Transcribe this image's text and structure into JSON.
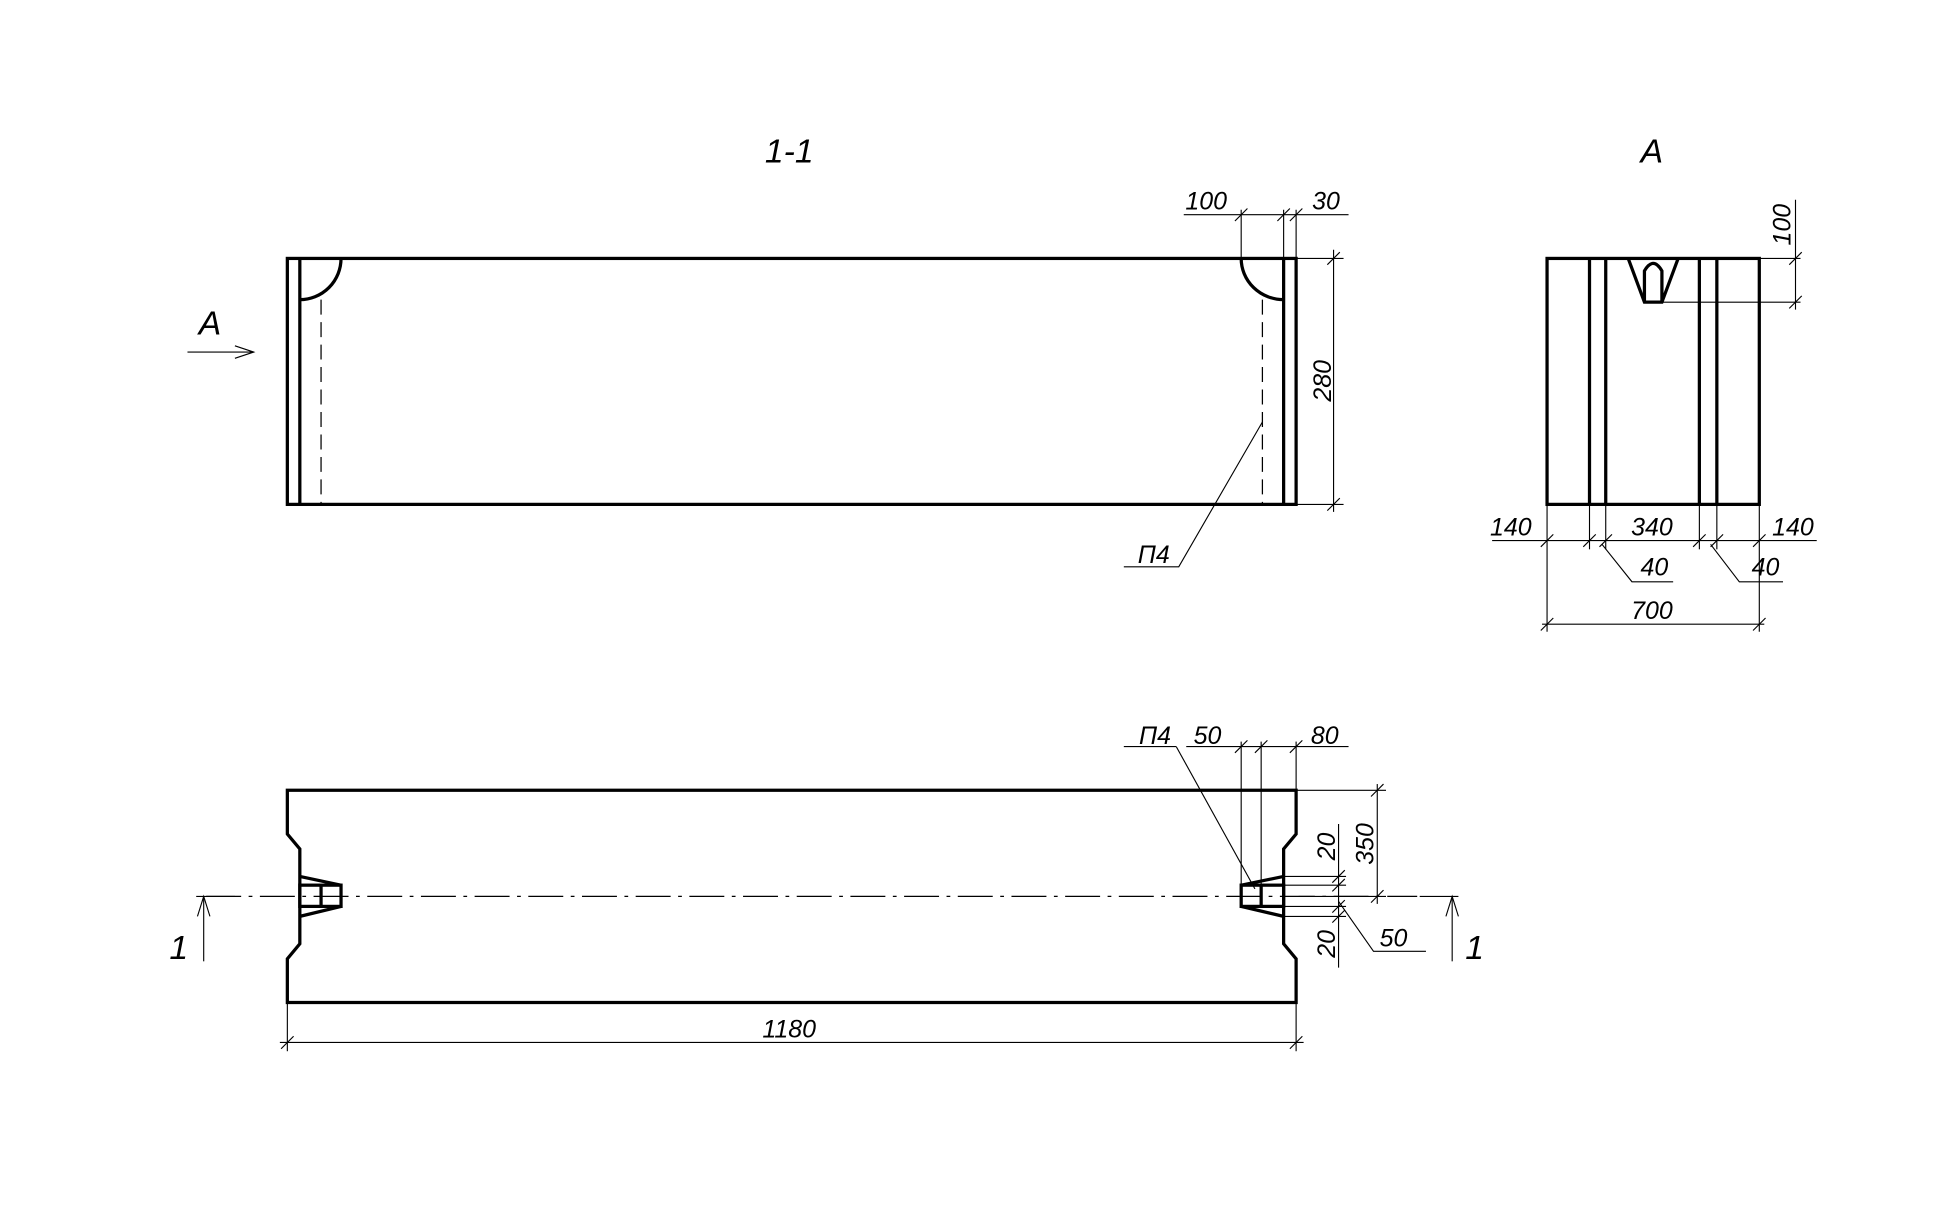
{
  "section_view": {
    "title": "1-1",
    "view_arrow_label": "A",
    "dims": {
      "end_offset": "100",
      "end_thickness": "30",
      "height": "280"
    },
    "leader_label": "П4"
  },
  "end_view": {
    "title": "A",
    "dims": {
      "slot_depth": "100",
      "left_edge": "140",
      "middle": "340",
      "right_edge": "140",
      "groove_left": "40",
      "groove_right": "40",
      "total_width": "700"
    }
  },
  "plan_view": {
    "leader_label": "П4",
    "dims": {
      "lug_inner": "50",
      "lug_outer": "80",
      "half_height": "350",
      "offset_top": "20",
      "offset_bottom": "20",
      "lug_width": "50",
      "length": "1180"
    },
    "section_mark_left": "1",
    "section_mark_right": "1"
  }
}
